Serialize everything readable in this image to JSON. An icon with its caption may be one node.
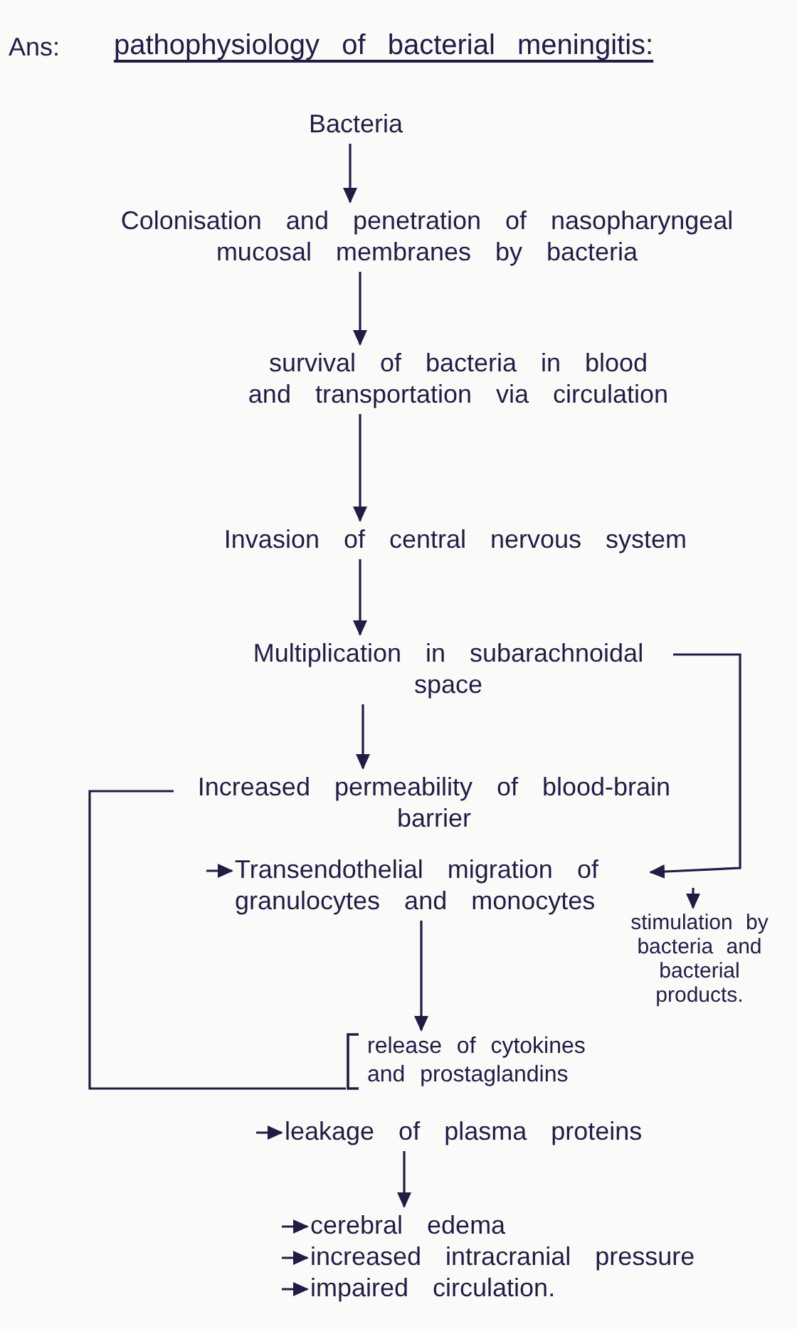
{
  "diagram": {
    "title": "pathophysiology of bacterial meningitis:",
    "nodes": [
      {
        "text": [
          "Bacteria"
        ]
      },
      {
        "text": [
          "Colonisation and penetration of nasopharyngeal mucosal membranes by bacteria"
        ]
      },
      {
        "text": [
          "survival of bacteria in blood and transportation via circulation"
        ]
      },
      {
        "text": [
          "Invasion of central nervous system"
        ]
      },
      {
        "text": [
          "Multiplication in subarachnoidal space"
        ]
      },
      {
        "text": [
          "Increased permeability of blood-brain barrier"
        ]
      },
      {
        "text": [
          "Transendothelial migration of granulocytes and monocytes"
        ]
      },
      {
        "text": [
          "stimulation by bacteria and bacterial products."
        ]
      },
      {
        "text": [
          "release of cytokines and prostaglandins"
        ]
      },
      {
        "text": [
          "leakage of plasma proteins"
        ]
      },
      {
        "text": [
          "cerebral edema"
        ]
      },
      {
        "text": [
          "increased intracranial pressure"
        ]
      },
      {
        "text": [
          "impaired circulation."
        ]
      }
    ],
    "edges": [
      {
        "from": 0,
        "to": 1,
        "arrow": "to"
      },
      {
        "from": 1,
        "to": 2,
        "arrow": "to"
      },
      {
        "from": 2,
        "to": 3,
        "arrow": "to"
      },
      {
        "from": 3,
        "to": 4,
        "arrow": "to"
      },
      {
        "from": 4,
        "to": 5,
        "arrow": "to"
      },
      {
        "from": 4,
        "to": 6,
        "arrow": "to"
      },
      {
        "from": null,
        "to": 7,
        "arrow": "to"
      },
      {
        "from": 5,
        "to": 8,
        "arrow": "none"
      },
      {
        "from": null,
        "to": 6,
        "arrow": "to"
      },
      {
        "from": 6,
        "to": 8,
        "arrow": "to"
      },
      {
        "from": null,
        "to": 9,
        "arrow": "to"
      },
      {
        "from": 9,
        "to": 10,
        "arrow": "to"
      },
      {
        "from": null,
        "to": 10,
        "arrow": "to"
      },
      {
        "from": null,
        "to": 11,
        "arrow": "to"
      },
      {
        "from": null,
        "to": 12,
        "arrow": "to"
      }
    ],
    "labels": [
      "Ans:"
    ]
  }
}
